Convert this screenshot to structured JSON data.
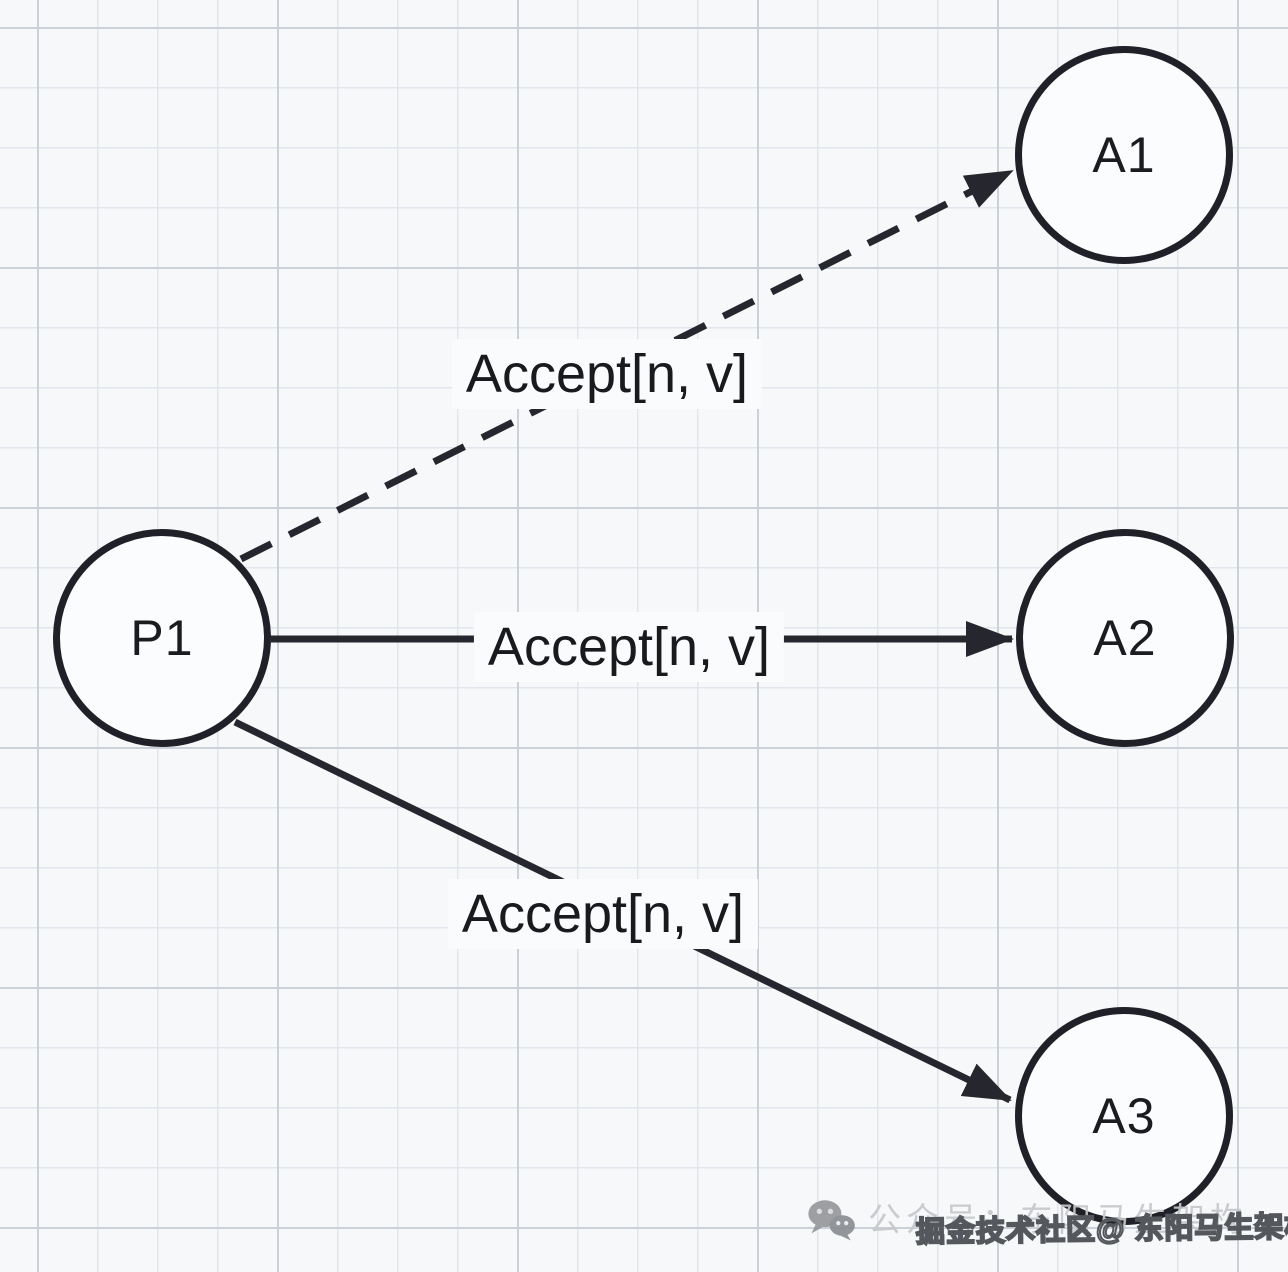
{
  "diagram": {
    "nodes": [
      {
        "id": "P1",
        "label": "P1"
      },
      {
        "id": "A1",
        "label": "A1"
      },
      {
        "id": "A2",
        "label": "A2"
      },
      {
        "id": "A3",
        "label": "A3"
      }
    ],
    "edges": [
      {
        "from": "P1",
        "to": "A1",
        "label": "Accept[n, v]",
        "style": "dashed"
      },
      {
        "from": "P1",
        "to": "A2",
        "label": "Accept[n, v]",
        "style": "solid"
      },
      {
        "from": "P1",
        "to": "A3",
        "label": "Accept[n, v]",
        "style": "solid"
      }
    ]
  },
  "watermark": {
    "wechat_icon": "wechat-icon",
    "account_text": "公众号：东阳马生架构",
    "community_text": "掘金技术社区@ 东阳马生架构"
  },
  "colors": {
    "background": "#f7f8fa",
    "grid_minor": "#e2e6ec",
    "grid_major": "#ccd1d9",
    "stroke": "#26272e",
    "node_fill": "#fbfcfd",
    "text": "#191a1e",
    "watermark_gray": "#c6c8cb",
    "watermark_outline": "#54575c"
  }
}
